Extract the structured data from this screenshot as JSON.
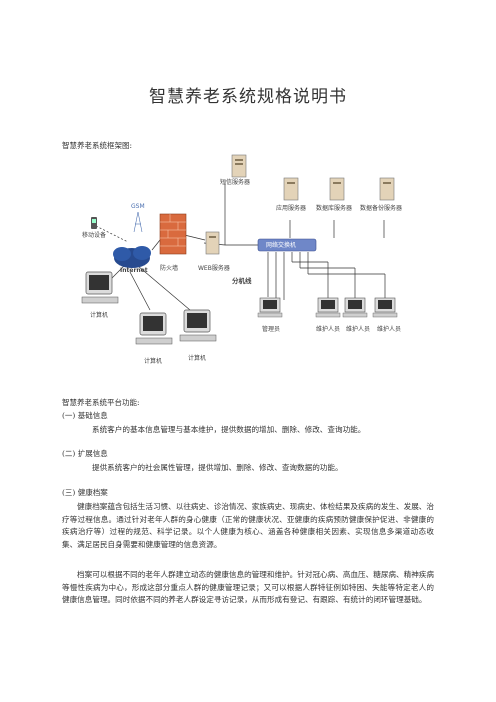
{
  "doc": {
    "title": "智慧养老系统规格说明书",
    "framework_label": "智慧养老系统框架图:",
    "platform_label": "智慧养老系统平台功能:"
  },
  "diagram": {
    "sms_server": "短信服务器",
    "app_server": "应用服务器",
    "db_server": "数据库服务器",
    "backup_server": "数据备份服务器",
    "switch": "网络交换机",
    "mobile": "移动设备",
    "gsm": "GSM",
    "firewall": "防火墙",
    "web_server": "WEB服务器",
    "internet": "Internet",
    "branch": "分机线",
    "computer_left": "计算机",
    "computer_a": "计算机",
    "computer_b": "计算机",
    "admin": "管理员",
    "maint1": "维护人员",
    "maint2": "维护人员",
    "maint3": "维护人员"
  },
  "sections": [
    {
      "heading": "(一) 基础信息",
      "body": "系统客户的基本信息管理与基本维护，提供数据的增加、删除、修改、查询功能。"
    },
    {
      "heading": "(二) 扩展信息",
      "body": "提供系统客户的社会属性管理，提供增加、删除、修改、查询数据的功能。"
    },
    {
      "heading": "(三) 健康档案",
      "body1": "健康档案蕴含包括生活习惯、以往病史、诊治情况、家族病史、现病史、体检结果及疾病的发生、发展、治疗等过程信息。通过针对老年人群的身心健康（正常的健康状况、亚健康的疾病预防健康保护促进、非健康的疾病治疗等）过程的规范、科学记录。以个人健康为核心、涵盖各种健康相关因素、实现信息多渠道动态收集、满足居民自身需要和健康管理的信息资源。",
      "body2": "档案可以根据不同的老年人群建立动态的健康信息的管理和维护。针对冠心病、高血压、糖尿病、精神疾病等慢性疾病为中心，形成这部分重点人群的健康管理记录；又可以根据人群特征例如特困、失能等特定老人的健康信息管理。同时依据不同的养老人群设定寻访记录，从而形成有登记、有跟踪、有统计的闭环管理基础。"
    }
  ]
}
